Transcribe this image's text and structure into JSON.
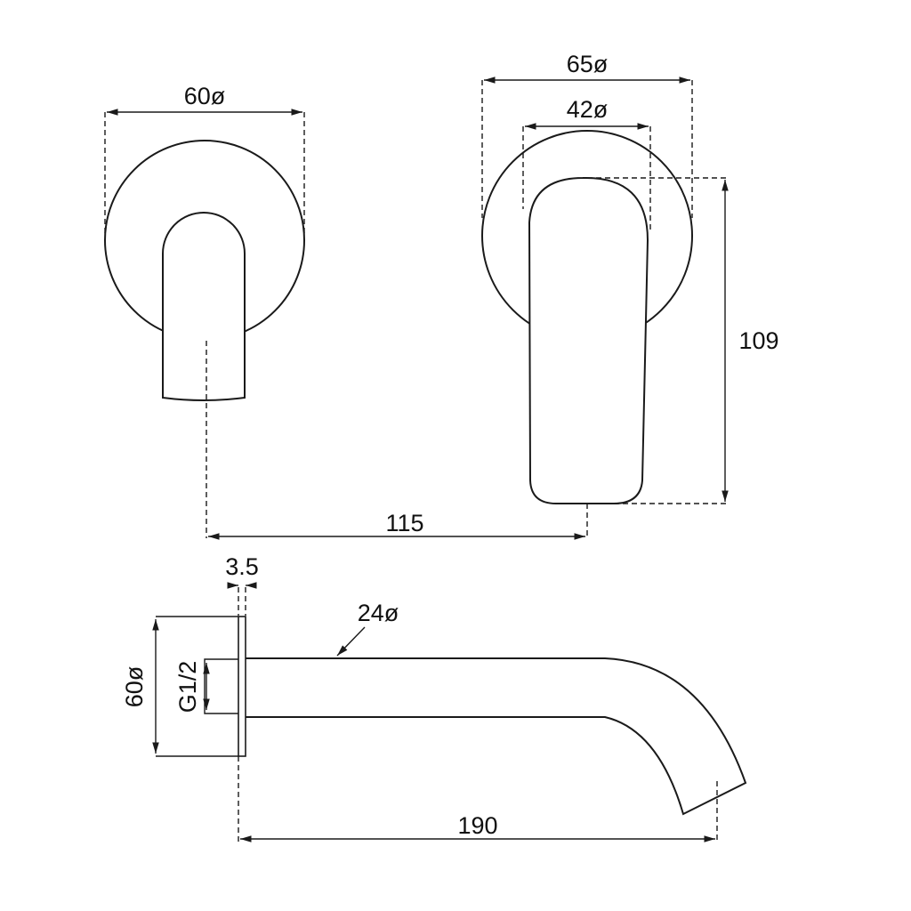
{
  "dimensions": {
    "spout_plate_diameter": "60ø",
    "mixer_plate_diameter": "65ø",
    "lever_width": "42ø",
    "lever_height": "109",
    "center_distance": "115",
    "plate_thickness": "3.5",
    "pipe_diameter": "24ø",
    "side_plate_diameter": "60ø",
    "thread": "G1/2",
    "spout_length": "190"
  },
  "colors": {
    "line": "#1a1a1a",
    "background": "#ffffff"
  }
}
